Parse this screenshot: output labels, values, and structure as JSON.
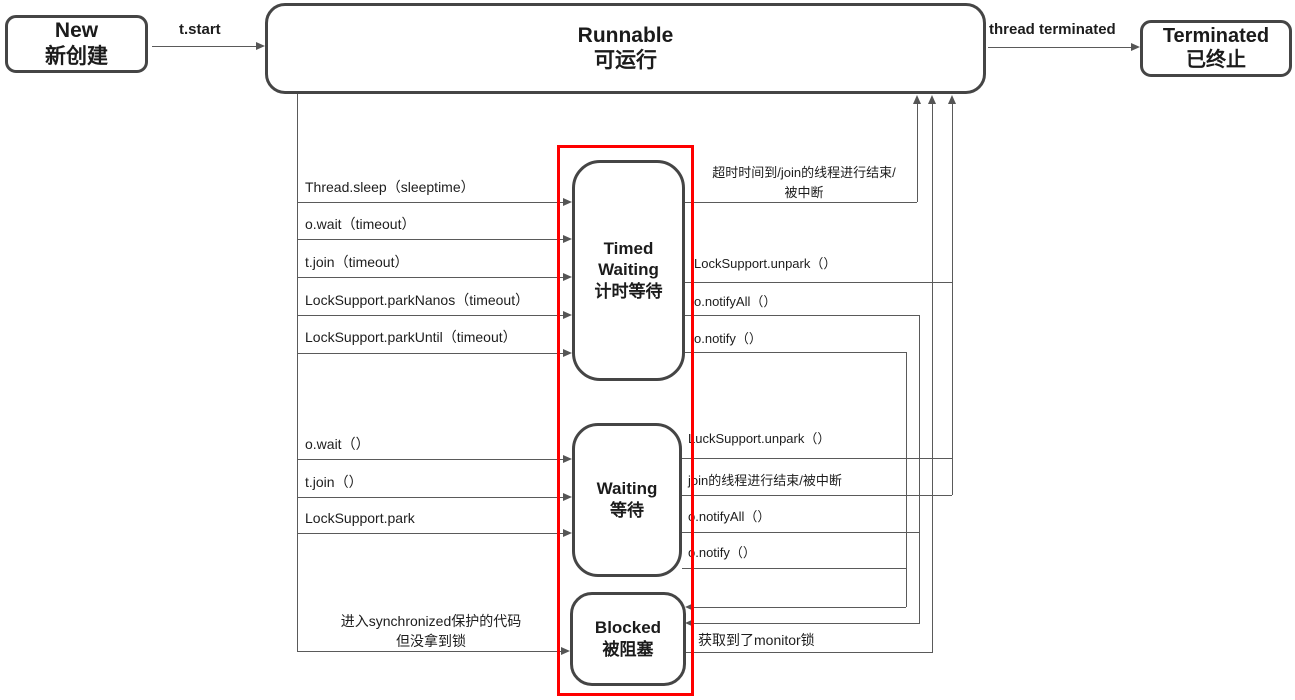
{
  "states": {
    "new": {
      "en": "New",
      "zh": "新创建"
    },
    "runnable": {
      "en": "Runnable",
      "zh": "可运行"
    },
    "terminated": {
      "en": "Terminated",
      "zh": "已终止"
    },
    "timed_waiting": {
      "en": "Timed Waiting",
      "zh": "计时等待"
    },
    "waiting": {
      "en": "Waiting",
      "zh": "等待"
    },
    "blocked": {
      "en": "Blocked",
      "zh": "被阻塞"
    }
  },
  "edges": {
    "t_start": "t.start",
    "thread_terminated": "thread terminated",
    "runnable_to_timed": [
      "Thread.sleep（sleeptime）",
      "o.wait（timeout）",
      "t.join（timeout）",
      "LockSupport.parkNanos（timeout）",
      "LockSupport.parkUntil（timeout）"
    ],
    "runnable_to_waiting": [
      "o.wait（）",
      "t.join（）",
      "LockSupport.park"
    ],
    "runnable_to_blocked": {
      "line1": "进入synchronized保护的代码",
      "line2": "但没拿到锁"
    },
    "timed_to_runnable_timeout": {
      "line1": "超时时间到/join的线程进行结束/",
      "line2": "被中断"
    },
    "timed_to_runnable_unpark": "LockSupport.unpark（）",
    "timed_notify_all": "o.notifyAll（）",
    "timed_notify": "o.notify（）",
    "waiting_unpark": "LuckSupport.unpark（）",
    "waiting_join_end": "join的线程进行结束/被中断",
    "waiting_notify_all": "o.notifyAll（）",
    "waiting_notify": "o.notify（）",
    "blocked_to_runnable": "获取到了monitor锁"
  },
  "colors": {
    "highlight_red": "#fe0000",
    "box_border": "#454545",
    "line_gray": "#5a5a5a"
  }
}
